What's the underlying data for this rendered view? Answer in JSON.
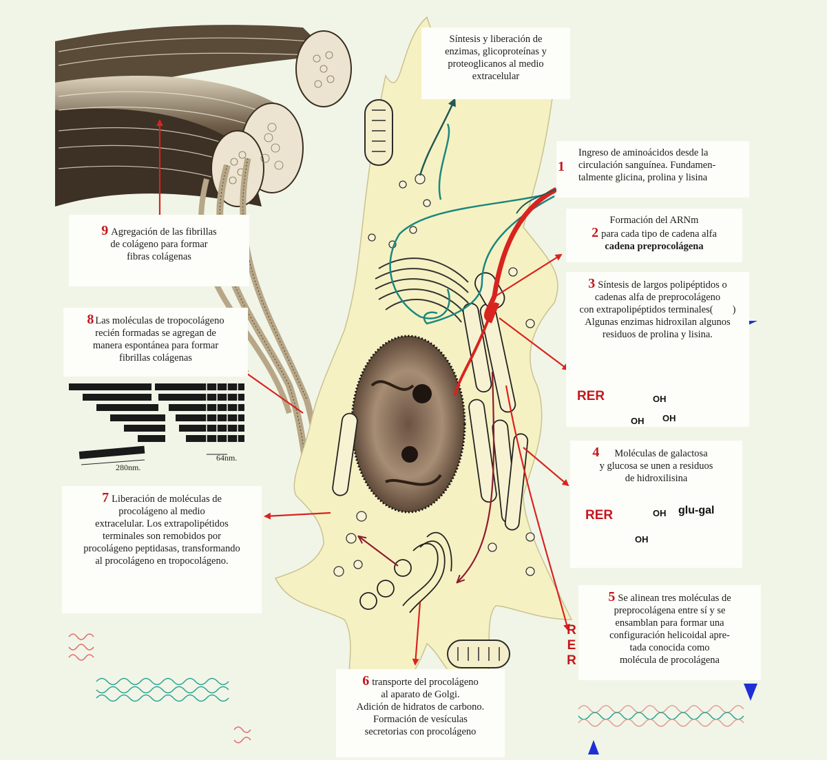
{
  "title": "",
  "colors": {
    "background": "#f1f5e7",
    "cell": "#f6f1c3",
    "arrow_red": "#d8231f",
    "arrow_teal": "#18887e",
    "number": "#c4161c",
    "marker_blue": "#1f2fd6",
    "dark_arrow": "#1e5a55"
  },
  "boxes": {
    "top": {
      "lines": [
        "Síntesis y liberación de",
        "enzimas, glicoproteínas y",
        "proteoglicanos al medio",
        "extracelular"
      ]
    },
    "step1": {
      "num": "1",
      "lines": [
        "Ingreso de aminoácidos desde la",
        "circulación sanguínea. Fundamen-",
        "talmente glicina, prolina y lisina"
      ]
    },
    "step2": {
      "num": "2",
      "lines": [
        "Formación del ARNm",
        "para cada tipo de cadena alfa",
        "cadena preprocolágena"
      ]
    },
    "step3": {
      "num": "3",
      "lines": [
        "Síntesis de largos polipéptidos o",
        "cadenas alfa de preprocolágeno",
        "con extrapolipéptidos terminales(",
        ")",
        "Algunas enzimas hidroxilan algunos",
        "residuos de prolina y lisina."
      ],
      "rer": "RER",
      "oh1": "OH",
      "oh2": "OH",
      "oh3": "OH"
    },
    "step4": {
      "num": "4",
      "lines": [
        "Moléculas de galactosa",
        "y glucosa se unen a residuos",
        "de hidroxilisina"
      ],
      "rer": "RER",
      "oh1": "OH",
      "oh2": "OH",
      "glu": "glu-gal"
    },
    "step5": {
      "num": "5",
      "lines": [
        "Se alinean tres moléculas de",
        "preprocolágena entre sí y se",
        "ensamblan para formar una",
        "configuración helicoidal apre-",
        "tada conocida como",
        "molécula de procolágena"
      ],
      "rer_letters": [
        "R",
        "E",
        "R"
      ]
    },
    "step6": {
      "num": "6",
      "lines": [
        "transporte del procolágeno",
        "al aparato de Golgi.",
        "Adición de hidratos de carbono.",
        "Formación de vesículas",
        "secretorias con procolágeno"
      ]
    },
    "step7": {
      "num": "7",
      "lines": [
        "Liberación de moléculas de",
        "procolágeno al medio",
        "extracelular. Los extrapolipétidos",
        "terminales son remobidos por",
        "procolágeno peptidasas, transformando",
        "al procolágeno en tropocolágeno."
      ]
    },
    "step8": {
      "num": "8",
      "lines": [
        "Las moléculas de tropocolágeno",
        "recién formadas se agregan de",
        "manera espontánea para formar",
        "fibrillas colágenas"
      ],
      "dim_280": "280nm.",
      "dim_64": "64nm."
    },
    "step9": {
      "num": "9",
      "lines": [
        "Agregación de las fibrillas",
        "de colágeno para formar",
        "fibras colágenas"
      ]
    }
  }
}
